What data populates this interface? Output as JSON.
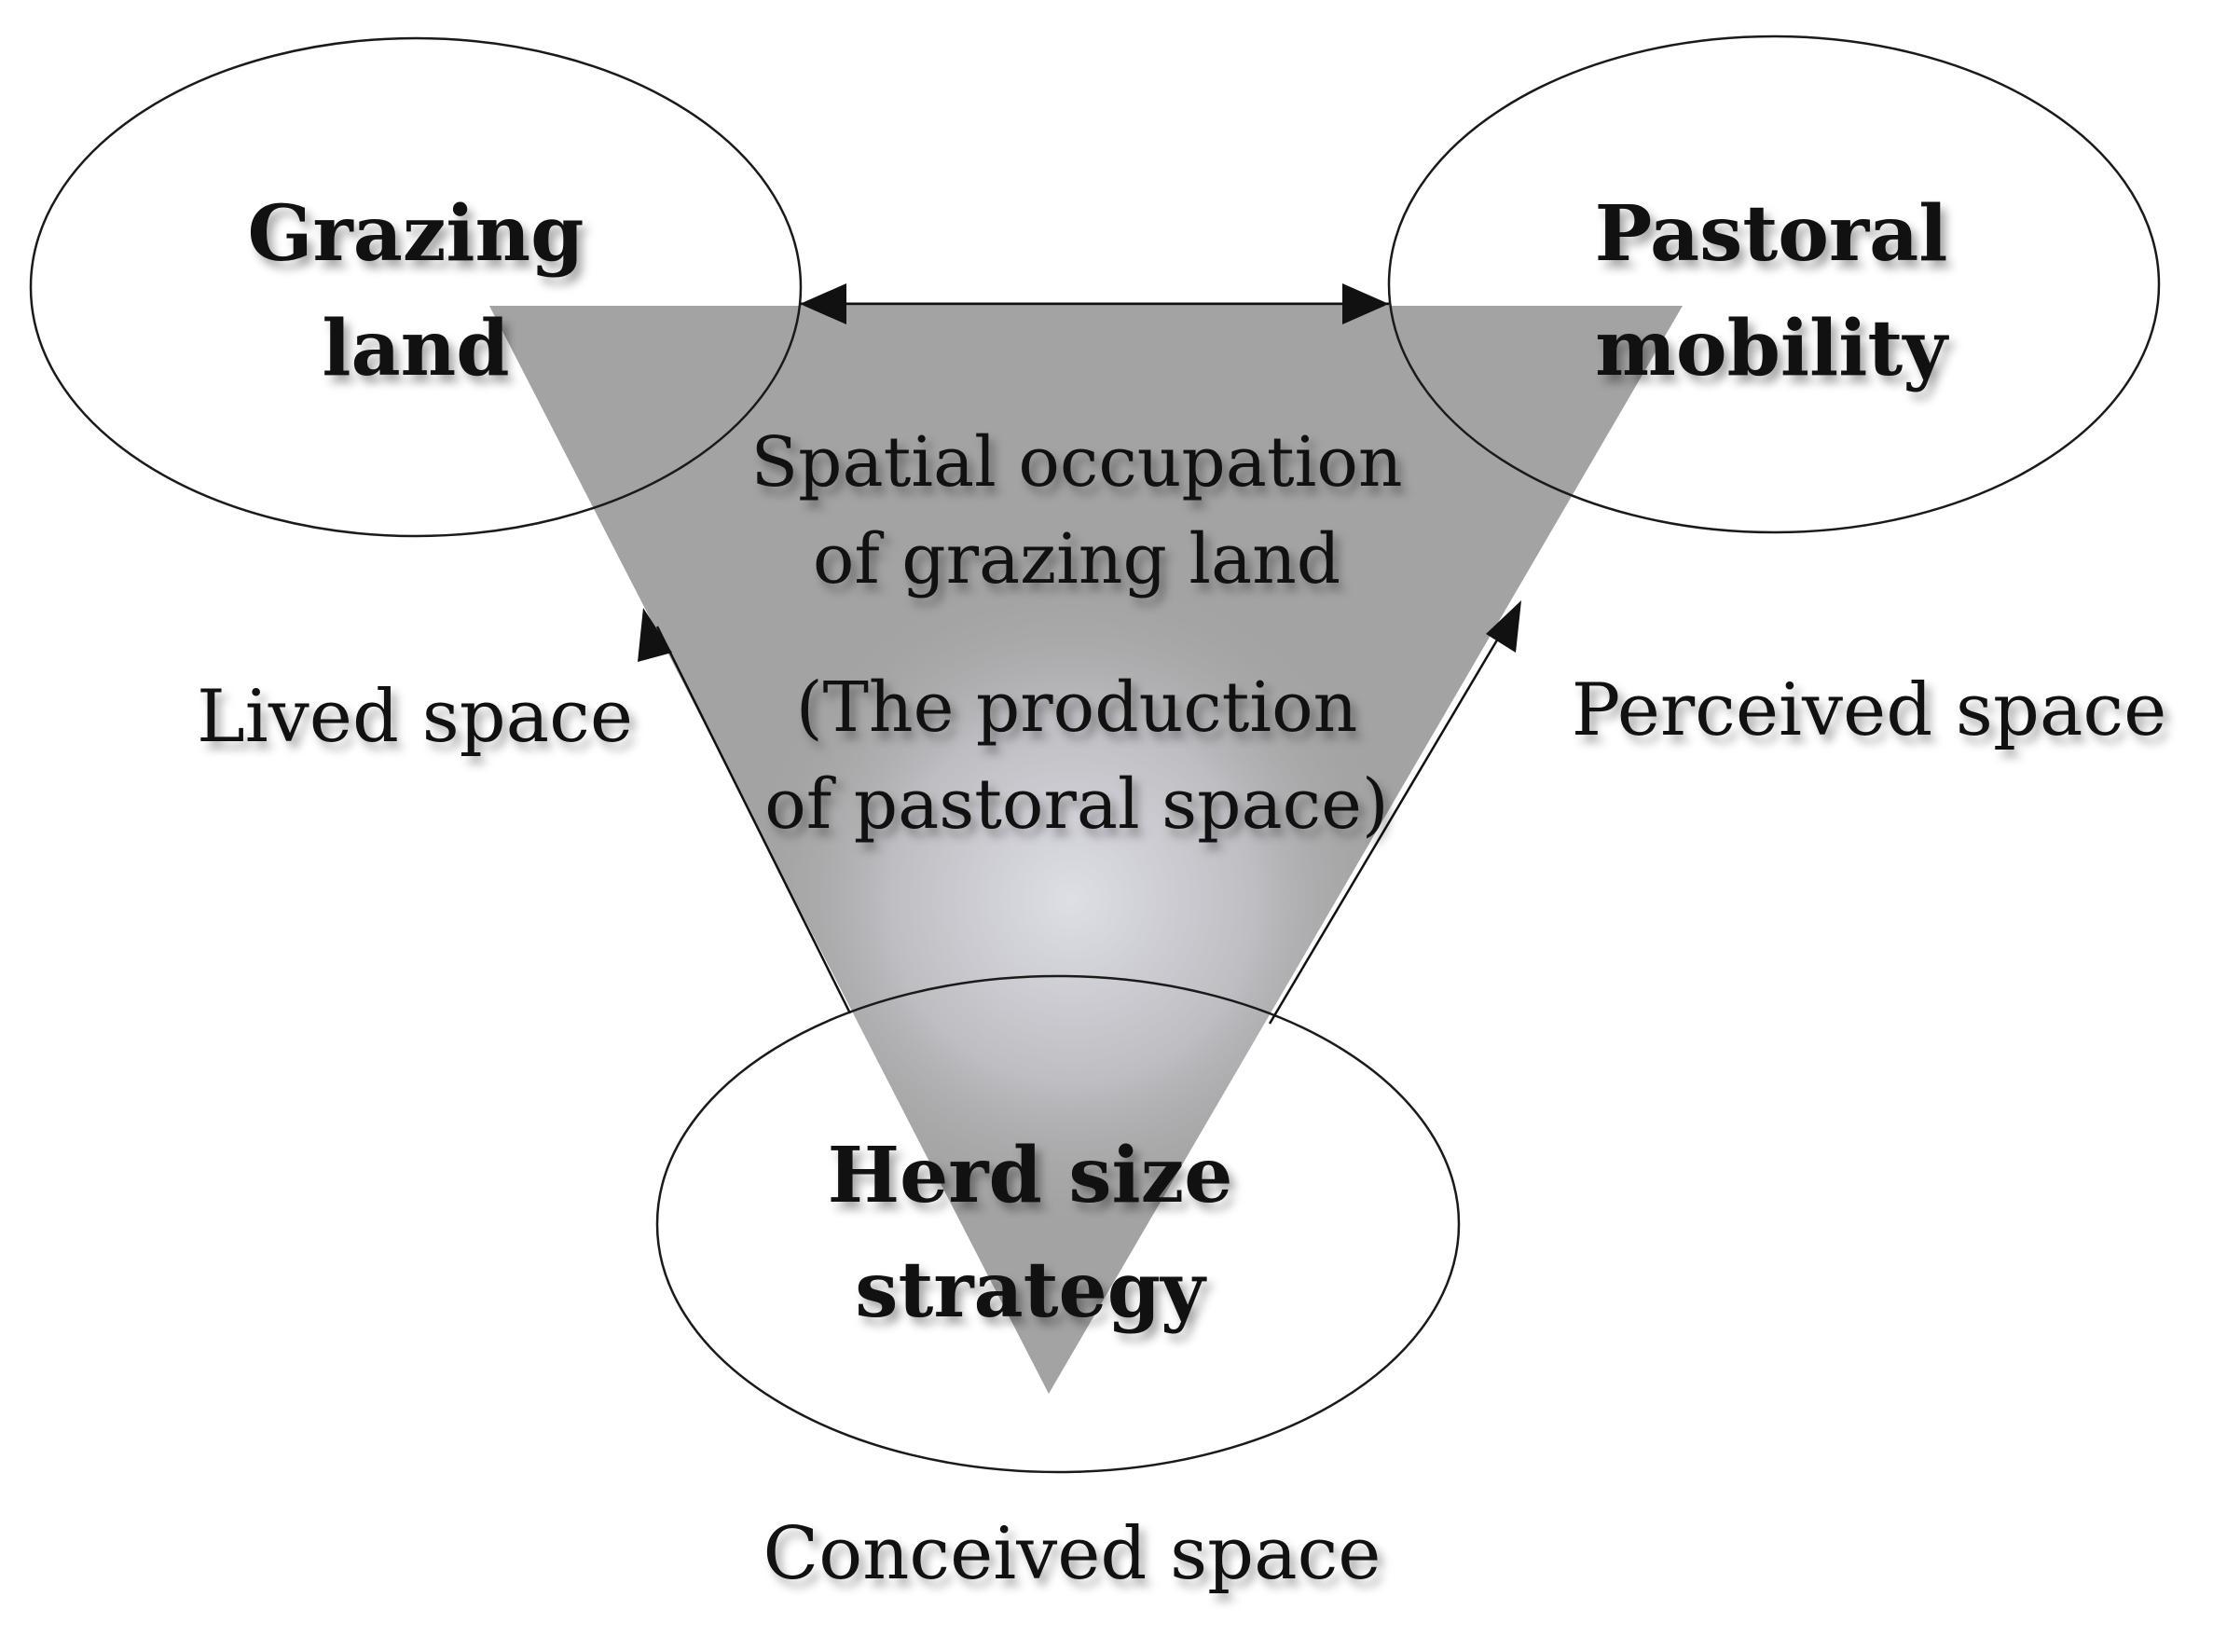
{
  "nodes": {
    "grazing_land": {
      "line1": "Grazing",
      "line2": "land"
    },
    "pastoral_mobility": {
      "line1": "Pastoral",
      "line2": "mobility"
    },
    "herd_size_strategy": {
      "line1": "Herd size",
      "line2": "strategy"
    }
  },
  "center": {
    "line1": "Spatial occupation",
    "line2": "of grazing land",
    "line3": "(The production",
    "line4": "of pastoral space)"
  },
  "space_labels": {
    "lived": "Lived space",
    "perceived": "Perceived space",
    "conceived": "Conceived space"
  },
  "colors": {
    "triangle_fill": "#a3a3a3",
    "triangle_glow": "#dedee6",
    "outline": "#1a1a1a",
    "text": "#111111"
  }
}
